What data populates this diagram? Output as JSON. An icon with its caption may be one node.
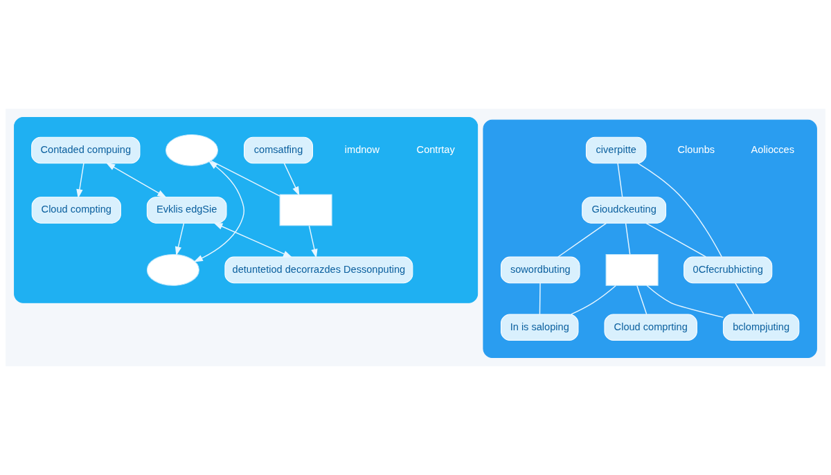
{
  "diagram": {
    "nodes": [
      {
        "text": [],
        "shape": "cloud"
      },
      {
        "text": [
          "comsatfing"
        ],
        "in": 0
      },
      {
        "text": [],
        "shape": "cloud",
        "in": 0
      },
      {
        "text": [
          "Cloud compting"
        ],
        "in": 0
      },
      {
        "text": [],
        "shape": "box",
        "in": 0
      },
      {
        "text": [],
        "shape": "cloud",
        "in": 0
      },
      {
        "text": [
          "Contaded compuing"
        ],
        "in": 0
      },
      {
        "text": [
          "Evklis edgSie"
        ],
        "in": 0
      },
      {
        "text": [
          "detuntetiod decorrazdes Dessonputing"
        ],
        "in": 0
      },
      {
        "text": [],
        "shape": "cloud"
      },
      {
        "text": [
          "civerpitte"
        ],
        "in": 9
      },
      {
        "text": [
          "Gioudckeuting"
        ],
        "in": 9
      },
      {
        "text": [
          "0Cfecrubhicting"
        ],
        "in": 9
      },
      {
        "text": [
          "sowordbuting"
        ],
        "in": 9
      },
      {
        "text": [],
        "shape": "box",
        "in": 9
      },
      {
        "text": [
          "bclompjuting"
        ],
        "in": 9
      },
      {
        "text": [
          "Cloud comprting"
        ],
        "in": 9
      },
      {
        "text": [
          "In is saloping"
        ],
        "in": 9
      }
    ],
    "edges": [
      {
        "from": 1,
        "to": 4,
        "arrow": "to"
      },
      {
        "from": 2,
        "to": 5,
        "arrow": "both"
      },
      {
        "from": 2,
        "to": 4,
        "arrow": "none"
      },
      {
        "from": 7,
        "to": 5,
        "arrow": "to"
      },
      {
        "from": 6,
        "to": 3,
        "arrow": "to"
      },
      {
        "from": 6,
        "to": 7,
        "arrow": "both"
      },
      {
        "from": 7,
        "to": 8,
        "arrow": "both"
      },
      {
        "from": 4,
        "to": 8,
        "arrow": "to"
      },
      {
        "from": 10,
        "to": 11,
        "arrow": "none"
      },
      {
        "from": 10,
        "to": 12,
        "arrow": "none"
      },
      {
        "from": 11,
        "to": 12,
        "arrow": "none"
      },
      {
        "from": 11,
        "to": 13,
        "arrow": "none"
      },
      {
        "from": 11,
        "to": 14,
        "arrow": "none"
      },
      {
        "from": 12,
        "to": 15,
        "arrow": "none"
      },
      {
        "from": 13,
        "to": 17,
        "arrow": "none"
      },
      {
        "from": 14,
        "to": 15,
        "arrow": "none"
      },
      {
        "from": 14,
        "to": 16,
        "arrow": "none"
      },
      {
        "from": 14,
        "to": 17,
        "arrow": "none"
      }
    ],
    "labels": [
      "Contrtay",
      "imdnow",
      "Aoliocces",
      "Clounbs"
    ]
  }
}
